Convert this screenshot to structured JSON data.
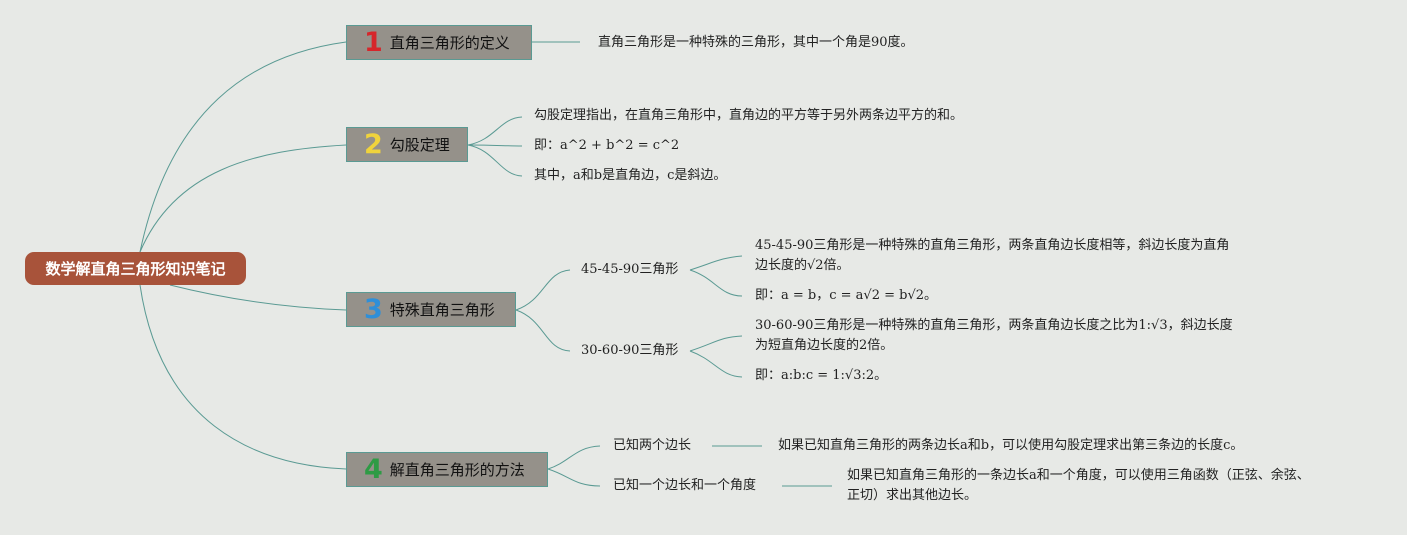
{
  "root": {
    "title": "数学解直角三角形知识笔记"
  },
  "branches": [
    {
      "number": "1",
      "number_color": "#d6262b",
      "title": "直角三角形的定义",
      "leaves": [
        "直角三角形是一种特殊的三角形，其中一个角是90度。"
      ]
    },
    {
      "number": "2",
      "number_color": "#f0d33c",
      "title": "勾股定理",
      "leaves": [
        "勾股定理指出，在直角三角形中，直角边的平方等于另外两条边平方的和。",
        "即：a^2 + b^2 = c^2",
        "其中，a和b是直角边，c是斜边。"
      ]
    },
    {
      "number": "3",
      "number_color": "#2f8fd8",
      "title": "特殊直角三角形",
      "subs": [
        {
          "title": "45-45-90三角形",
          "leaves": [
            "45-45-90三角形是一种特殊的直角三角形，两条直角边长度相等，斜边长度为直角",
            "边长度的√2倍。",
            "即：a = b，c = a√2 = b√2。"
          ]
        },
        {
          "title": "30-60-90三角形",
          "leaves": [
            "30-60-90三角形是一种特殊的直角三角形，两条直角边长度之比为1:√3，斜边长度",
            "为短直角边长度的2倍。",
            "即：a:b:c = 1:√3:2。"
          ]
        }
      ]
    },
    {
      "number": "4",
      "number_color": "#2e9b45",
      "title": "解直角三角形的方法",
      "subs": [
        {
          "title": "已知两个边长",
          "leaves": [
            "如果已知直角三角形的两条边长a和b，可以使用勾股定理求出第三条边的长度c。"
          ]
        },
        {
          "title": "已知一个边长和一个角度",
          "leaves": [
            "如果已知直角三角形的一条边长a和一个角度，可以使用三角函数（正弦、余弦、",
            "正切）求出其他边长。"
          ]
        }
      ]
    }
  ],
  "colors": {
    "background": "#e7e9e6",
    "root_fill": "#a8533a",
    "branch_fill": "#95918a",
    "line": "#5a9a93"
  }
}
